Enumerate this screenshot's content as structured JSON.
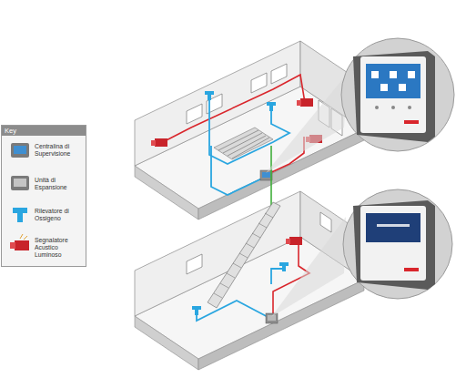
{
  "diagram": {
    "labels": [
      "Key"
    ],
    "legend": [
      {
        "text": "Centralina di Supervisione"
      },
      {
        "text": "Unità di Espansione"
      },
      {
        "text": "Rilevatore di Ossigeno"
      },
      {
        "text": "Segnalatore Acustico Luminoso"
      }
    ]
  }
}
